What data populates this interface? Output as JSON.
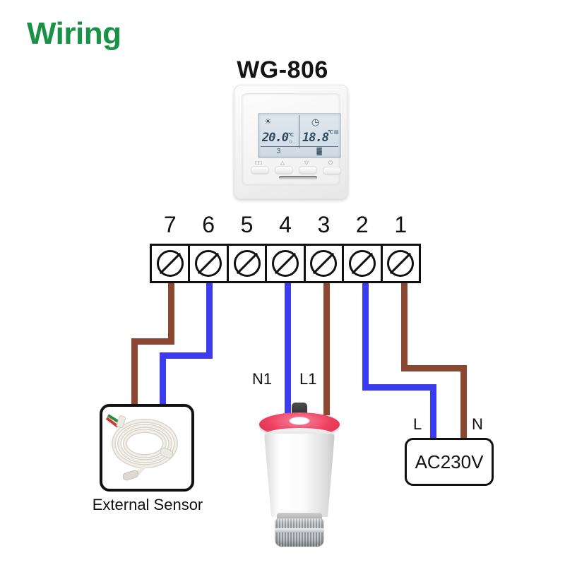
{
  "title": "Wiring",
  "model": "WG-806",
  "thermostat": {
    "display": {
      "set_temperature": "20.0",
      "set_unit": "℃",
      "room_temperature": "18.8",
      "room_unit": "℃",
      "period": "3",
      "sun_icon": "☀",
      "clock_icon": "◷",
      "heat_icon": "▓",
      "lock_icon": "▤",
      "dial_icon": "○"
    },
    "buttons": [
      {
        "name": "menu-button",
        "icon": "□□"
      },
      {
        "name": "up-button",
        "icon": "△"
      },
      {
        "name": "down-button",
        "icon": "▽"
      },
      {
        "name": "power-button",
        "icon": "⏻"
      }
    ]
  },
  "terminals": [
    {
      "number": "7",
      "wire": "brown"
    },
    {
      "number": "6",
      "wire": "blue"
    },
    {
      "number": "5",
      "wire": "none"
    },
    {
      "number": "4",
      "wire": "blue"
    },
    {
      "number": "3",
      "wire": "brown"
    },
    {
      "number": "2",
      "wire": "blue"
    },
    {
      "number": "1",
      "wire": "brown"
    }
  ],
  "labels": {
    "sensor": "External Sensor",
    "actuator_neutral": "N1",
    "actuator_live": "L1",
    "supply_live": "L",
    "supply_neutral": "N",
    "supply": "AC230V"
  },
  "colors": {
    "title_green": "#1a9245",
    "wire_brown": "#8a4832",
    "wire_blue": "#3b3bf0",
    "outline_black": "#111111",
    "actuator_cap_red": "#ee3f60",
    "lcd_background": "#d6e1ea"
  }
}
